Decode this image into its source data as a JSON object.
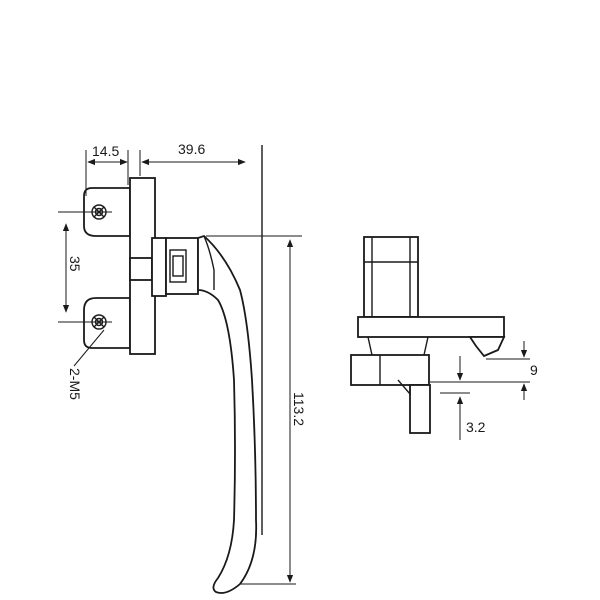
{
  "dimensions": {
    "flange_offset": "14.5",
    "handle_reach": "39.6",
    "hole_spacing": "35",
    "screw_spec": "2-M5",
    "handle_length": "113.2",
    "keeper_height": "9",
    "tongue_depth": "3.2"
  },
  "colors": {
    "line": "#1a1a1a",
    "background": "#ffffff"
  }
}
